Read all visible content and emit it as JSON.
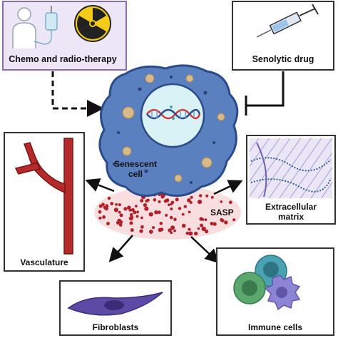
{
  "labels": {
    "chemo": "Chemo and radio-therapy",
    "senolytic": "Senolytic drug",
    "cell_line1": "Senescent",
    "cell_line2": "cell",
    "sasp": "SASP",
    "vasculature": "Vasculature",
    "ecm_line1": "Extracellular",
    "ecm_line2": "matrix",
    "fibroblasts": "Fibroblasts",
    "immune": "Immune cells"
  },
  "colors": {
    "chemo_box_border": "#8a6bb5",
    "chemo_box_fill": "#ece6f6",
    "cell_fill": "#5b80bf",
    "cell_border": "#2b4b8a",
    "nucleus_fill": "#d9f2f5",
    "sasp_cloud": "#f7dada",
    "sasp_dots": "#b0202a",
    "vessel": "#b52a2a",
    "fibroblast": "#5c4aa5",
    "immune_teal": "#4aa3b3",
    "immune_green": "#5aa86e",
    "immune_purple": "#8c84d4",
    "radiation_yellow": "#f3cc1a"
  },
  "icons": [
    "patient-icon",
    "iv-bag-icon",
    "radiation-icon",
    "syringe-icon",
    "dna-icon"
  ]
}
